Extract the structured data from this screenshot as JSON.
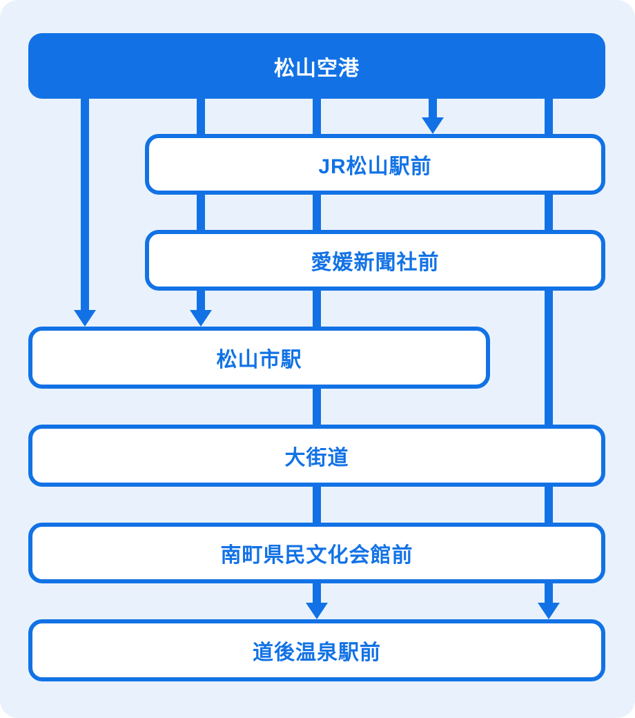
{
  "diagram_type": "bus-route-flowchart",
  "nodes": [
    {
      "id": "matsuyama-airport",
      "label": "松山空港",
      "style": "primary"
    },
    {
      "id": "jr-matsuyama-ekimae",
      "label": "JR松山駅前",
      "style": "stop"
    },
    {
      "id": "ehime-shimbunsha-mae",
      "label": "愛媛新聞社前",
      "style": "stop"
    },
    {
      "id": "matsuyama-shieki",
      "label": "松山市駅",
      "style": "stop"
    },
    {
      "id": "okaido",
      "label": "大街道",
      "style": "stop"
    },
    {
      "id": "minamimachi-kenmin-bunka-kaikan-mae",
      "label": "南町県民文化会館前",
      "style": "stop"
    },
    {
      "id": "dogo-onsen-ekimae",
      "label": "道後温泉駅前",
      "style": "stop"
    }
  ],
  "edges": [
    {
      "lane": 1,
      "from": "松山空港",
      "to": "松山市駅",
      "arrow": true
    },
    {
      "lane": 2,
      "from": "松山空港",
      "through": [
        "JR松山駅前",
        "愛媛新聞社前"
      ],
      "to": "松山市駅",
      "arrow": true
    },
    {
      "lane": 3,
      "from": "松山空港",
      "through": [
        "JR松山駅前",
        "愛媛新聞社前",
        "松山市駅",
        "大街道",
        "南町県民文化会館前"
      ],
      "to": "道後温泉駅前",
      "arrow": true
    },
    {
      "lane": 4,
      "from": "松山空港",
      "to": "JR松山駅前",
      "arrow": true
    },
    {
      "lane": 5,
      "from": "松山空港",
      "through": [
        "JR松山駅前",
        "愛媛新聞社前",
        "大街道",
        "南町県民文化会館前"
      ],
      "to": "道後温泉駅前",
      "arrow": true
    }
  ],
  "colors": {
    "primary": "#1272E5",
    "background": "#E9F2FC",
    "node_fill": "#FFFFFF",
    "primary_text": "#FFFFFF",
    "stop_text": "#1272E5"
  }
}
